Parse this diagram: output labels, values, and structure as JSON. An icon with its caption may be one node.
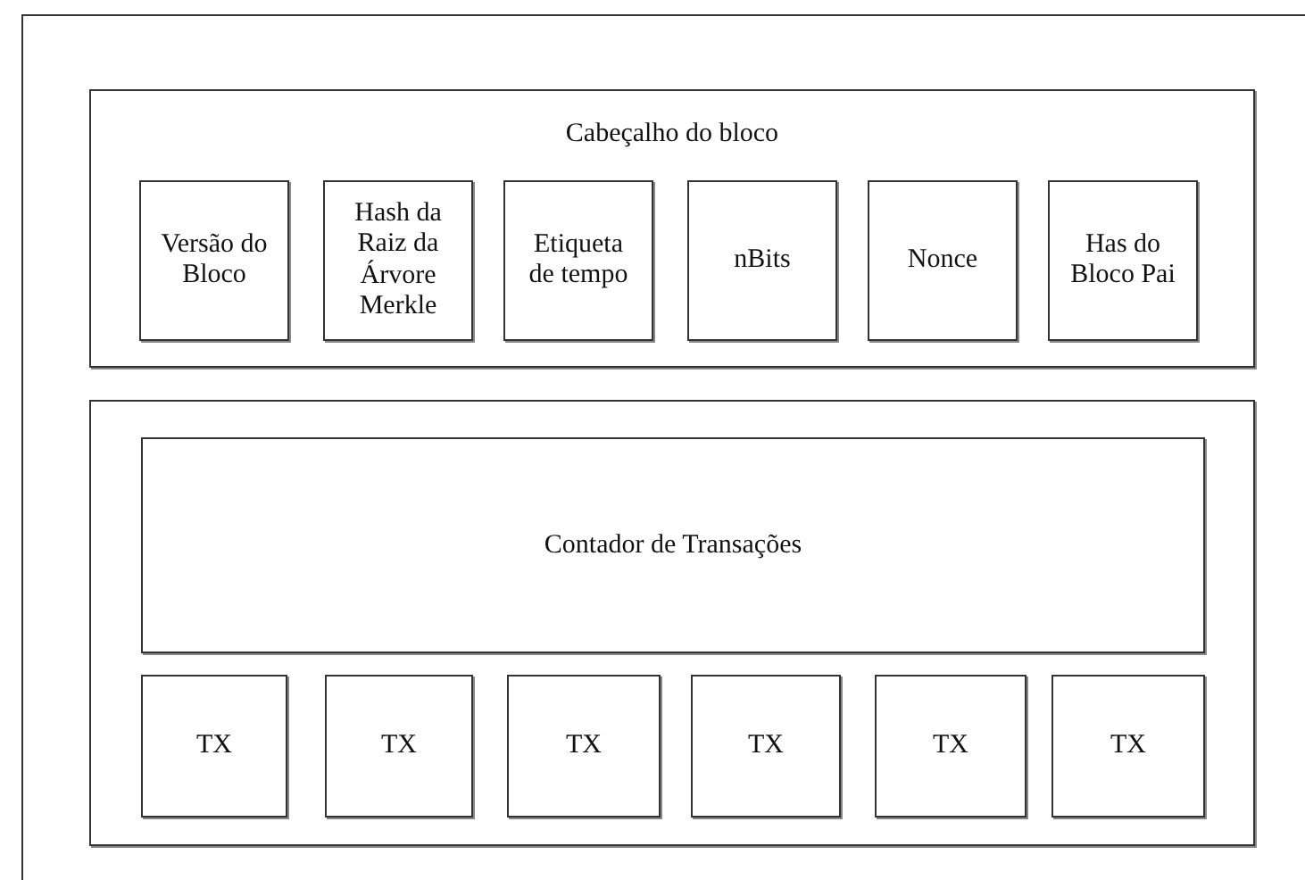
{
  "diagram": {
    "nodes": [
      {
        "text": [
          "Cabeçalho do bloco"
        ]
      },
      {
        "text": [
          "Versão do Bloco"
        ],
        "in": 0
      },
      {
        "text": [
          "Hash da Raiz da Árvore Merkle"
        ],
        "in": 0
      },
      {
        "text": [
          "Etiqueta de tempo"
        ],
        "in": 0
      },
      {
        "text": [
          "nBits"
        ],
        "in": 0
      },
      {
        "text": [
          "Nonce"
        ],
        "in": 0
      },
      {
        "text": [
          "Has do Bloco Pai"
        ],
        "in": 0
      },
      {
        "text": [],
        "shape": "box"
      },
      {
        "text": [
          "Contador de Transações"
        ],
        "in": 7
      },
      {
        "text": [
          "TX"
        ],
        "in": 7
      },
      {
        "text": [
          "TX"
        ],
        "in": 7
      },
      {
        "text": [
          "TX"
        ],
        "in": 7
      },
      {
        "text": [
          "TX"
        ],
        "in": 7
      },
      {
        "text": [
          "TX"
        ],
        "in": 7
      },
      {
        "text": [
          "TX"
        ],
        "in": 7
      }
    ]
  }
}
